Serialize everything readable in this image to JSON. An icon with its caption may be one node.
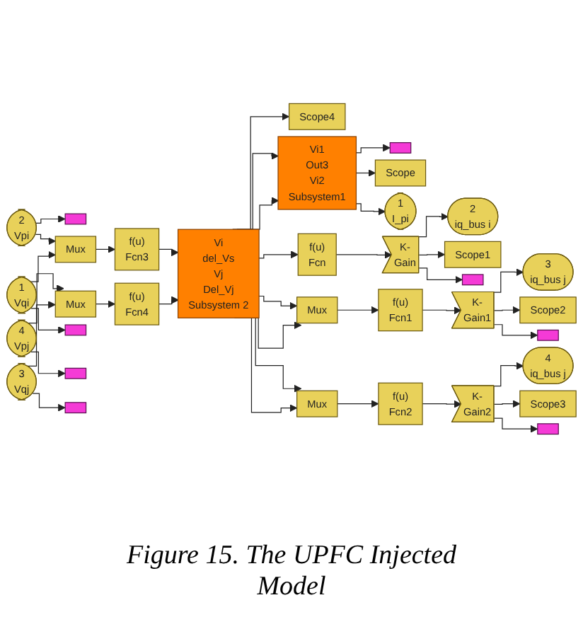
{
  "diagram": {
    "caption": "Figure 15. The UPFC Injected Model",
    "nodes": [
      {
        "text": [
          "2",
          "Vpi"
        ]
      },
      {
        "text": [],
        "shape": "box"
      },
      {
        "text": [
          "1",
          "Vqi"
        ]
      },
      {
        "text": [
          "Mux"
        ]
      },
      {
        "text": [
          "f(u)",
          "Fcn3"
        ]
      },
      {
        "text": [
          "Vi",
          "del_Vs",
          "Vj",
          "Del_Vj",
          "Subsystem 2"
        ]
      },
      {
        "text": [
          "4",
          "Vpj"
        ]
      },
      {
        "text": [
          "3",
          "Vqj"
        ]
      },
      {
        "text": [
          "Mux"
        ]
      },
      {
        "text": [
          "f(u)",
          "Fcn4"
        ]
      },
      {
        "text": [
          "Scope4"
        ]
      },
      {
        "text": [
          "Vi1",
          "Out3",
          "Vi2",
          "Subsystem1"
        ]
      },
      {
        "text": [],
        "shape": "box"
      },
      {
        "text": [
          "Scope"
        ]
      },
      {
        "text": [
          "1",
          "I_pi"
        ]
      },
      {
        "text": [
          "f(u)",
          "Fcn"
        ]
      },
      {
        "text": [
          "K-",
          "Gain"
        ]
      },
      {
        "text": [
          "2",
          "iq_bus i"
        ]
      },
      {
        "text": [
          "Scope1"
        ]
      },
      {
        "text": [],
        "shape": "box"
      },
      {
        "text": [],
        "shape": "box"
      },
      {
        "text": [],
        "shape": "box"
      },
      {
        "text": [],
        "shape": "box"
      },
      {
        "text": [
          "Mux"
        ]
      },
      {
        "text": [
          "f(u)",
          "Fcn1"
        ]
      },
      {
        "text": [
          "K-",
          "Gain1"
        ]
      },
      {
        "text": [
          "3",
          "iq_bus j"
        ]
      },
      {
        "text": [
          "Scope2"
        ]
      },
      {
        "text": [],
        "shape": "box"
      },
      {
        "text": [
          "Mux"
        ]
      },
      {
        "text": [
          "f(u)",
          "Fcn2"
        ]
      },
      {
        "text": [
          "K-",
          "Gain2"
        ]
      },
      {
        "text": [
          "4",
          "iq_bus j"
        ]
      },
      {
        "text": [
          "Scope3"
        ]
      },
      {
        "text": [],
        "shape": "box"
      }
    ],
    "edges": [
      {
        "from": 0,
        "to": 1,
        "arrow": "to"
      },
      {
        "from": 0,
        "to": 3,
        "arrow": "to"
      },
      {
        "from": 2,
        "to": 3,
        "arrow": "to"
      },
      {
        "from": 2,
        "to": 20,
        "arrow": "to"
      },
      {
        "from": 6,
        "to": 8,
        "arrow": "to"
      },
      {
        "from": 6,
        "to": 21,
        "arrow": "to"
      },
      {
        "from": 7,
        "to": 8,
        "arrow": "to"
      },
      {
        "from": 7,
        "to": 22,
        "arrow": "to"
      },
      {
        "from": 3,
        "to": 4,
        "arrow": "to"
      },
      {
        "from": 4,
        "to": 5,
        "arrow": "to"
      },
      {
        "from": 8,
        "to": 9,
        "arrow": "to"
      },
      {
        "from": 9,
        "to": 5,
        "arrow": "to"
      },
      {
        "from": 5,
        "to": 10,
        "arrow": "to"
      },
      {
        "from": 5,
        "to": 11,
        "arrow": "to"
      },
      {
        "from": 5,
        "to": 15,
        "arrow": "to"
      },
      {
        "from": 5,
        "to": 23,
        "arrow": "to"
      },
      {
        "from": 5,
        "to": 29,
        "arrow": "to"
      },
      {
        "from": 5,
        "to": 11,
        "arrow": "to"
      },
      {
        "from": 5,
        "to": 23,
        "arrow": "to"
      },
      {
        "from": 5,
        "to": 29,
        "arrow": "to"
      },
      {
        "from": 11,
        "to": 14,
        "arrow": "to"
      },
      {
        "from": 11,
        "to": 13,
        "arrow": "to"
      },
      {
        "from": 11,
        "to": 12,
        "arrow": "to"
      },
      {
        "from": 15,
        "to": 16,
        "arrow": "to"
      },
      {
        "from": 16,
        "to": 17,
        "arrow": "to"
      },
      {
        "from": 16,
        "to": 18,
        "arrow": "to"
      },
      {
        "from": 16,
        "to": 19,
        "arrow": "to"
      },
      {
        "from": 23,
        "to": 24,
        "arrow": "to"
      },
      {
        "from": 24,
        "to": 25,
        "arrow": "to"
      },
      {
        "from": 25,
        "to": 26,
        "arrow": "to"
      },
      {
        "from": 25,
        "to": 27,
        "arrow": "to"
      },
      {
        "from": 25,
        "to": 28,
        "arrow": "to"
      },
      {
        "from": 29,
        "to": 30,
        "arrow": "to"
      },
      {
        "from": 30,
        "to": 31,
        "arrow": "to"
      },
      {
        "from": 31,
        "to": 32,
        "arrow": "to"
      },
      {
        "from": 31,
        "to": 33,
        "arrow": "to"
      },
      {
        "from": 31,
        "to": 34,
        "arrow": "to"
      }
    ]
  }
}
